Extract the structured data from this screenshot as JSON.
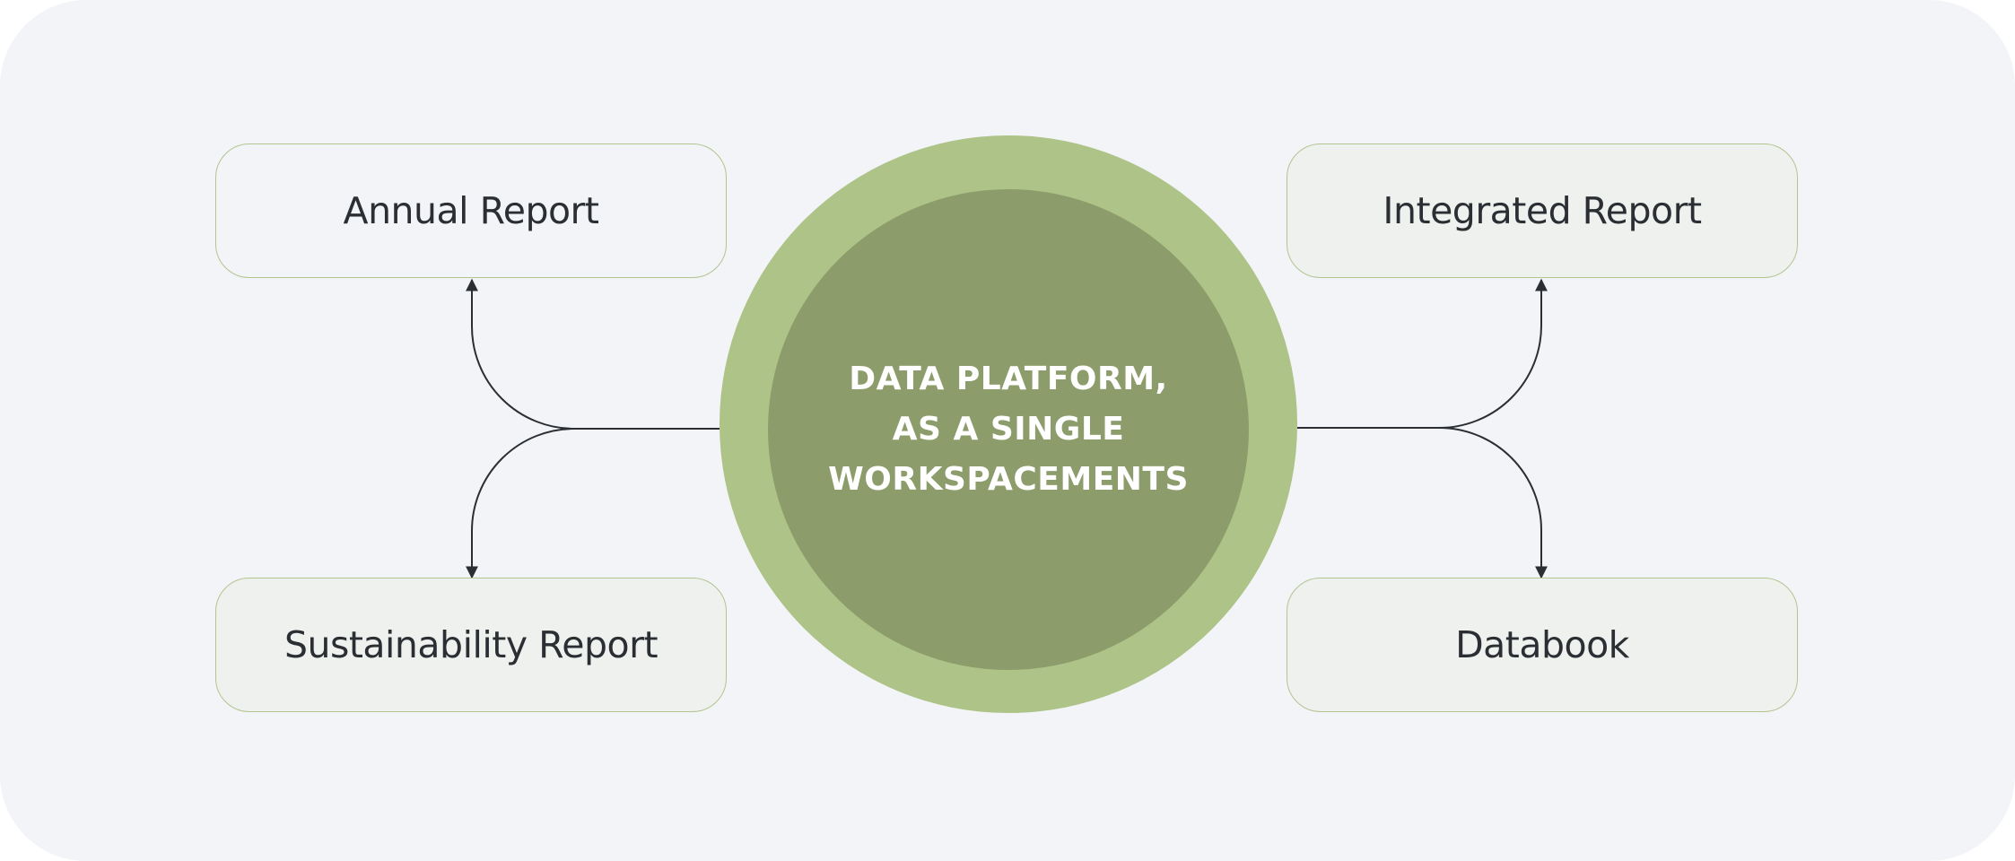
{
  "center": {
    "lines": [
      "DATA PLATFORM,",
      "AS A SINGLE",
      "WORKSPACEMENTS"
    ]
  },
  "nodes": {
    "annual_report": "Annual Report",
    "sustainability_report": "Sustainability Report",
    "integrated_report": "Integrated Report",
    "databook": "Databook"
  },
  "colors": {
    "background": "#f2f4f7",
    "circle_outer": "#aec387",
    "circle_inner": "#8c9c6b",
    "box_border": "#b3c48f",
    "text": "#2b2f33",
    "center_text": "#ffffff",
    "connector": "#2b2f33"
  }
}
